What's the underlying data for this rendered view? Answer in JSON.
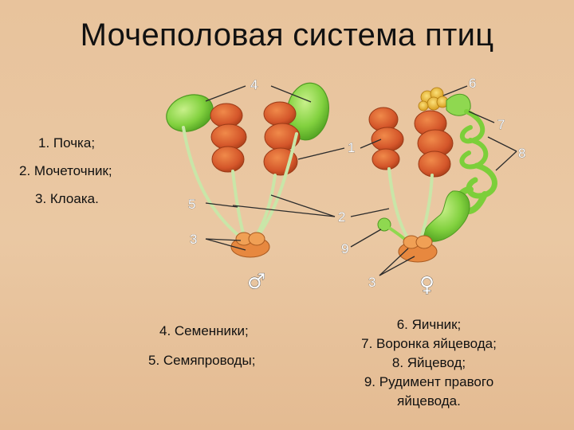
{
  "title": "Мочеполовая система птиц",
  "legend_left": [
    "1. Почка;",
    "2. Мочеточник;",
    "3. Клоака."
  ],
  "legend_male": [
    "4. Семенники;",
    "5. Семяпроводы;"
  ],
  "legend_female": [
    "6. Яичник;",
    "7. Воронка яйцевода;",
    "8. Яйцевод;",
    "9. Рудимент правого",
    "яйцевода."
  ],
  "callouts": {
    "n1": "1",
    "n2": "2",
    "n3a": "3",
    "n3b": "3",
    "n4": "4",
    "n5": "5",
    "n6": "6",
    "n7": "7",
    "n8": "8",
    "n9": "9"
  },
  "symbols": {
    "male": "♂",
    "female": "♀"
  },
  "colors": {
    "kidney": "#d4562a",
    "testis": "#7ccf3a",
    "ovary": "#e6b423",
    "oviduct": "#86d64a",
    "duct": "#c9e6a8"
  }
}
